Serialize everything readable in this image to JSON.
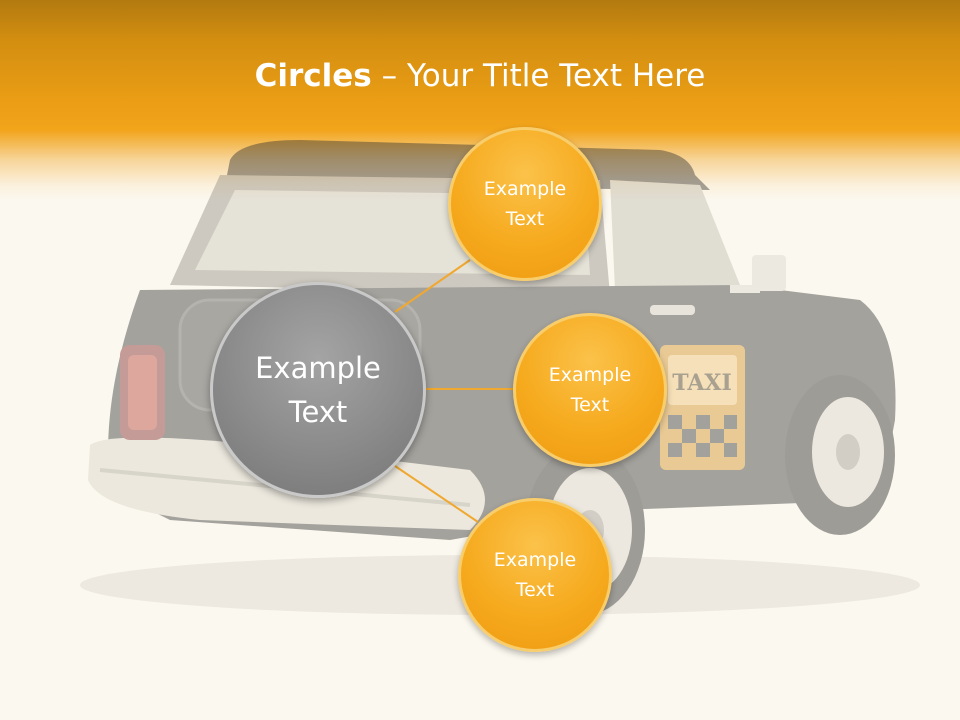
{
  "slide": {
    "title_bold": "Circles",
    "title_rest": " – Your Title Text Here",
    "center_circle": {
      "label": "Example\nText"
    },
    "outer_circles": [
      {
        "label": "Example\nText"
      },
      {
        "label": "Example\nText"
      },
      {
        "label": "Example\nText"
      }
    ],
    "taxi_sign_text": "TAXI"
  },
  "colors": {
    "header_orange": "#f2a41b",
    "circle_orange": "#f6aa1e",
    "circle_gray": "#8a8a8a",
    "connector": "#f0a830",
    "background": "#fbf8ef"
  },
  "icons": {
    "background_image": "taxi-car-illustration"
  }
}
